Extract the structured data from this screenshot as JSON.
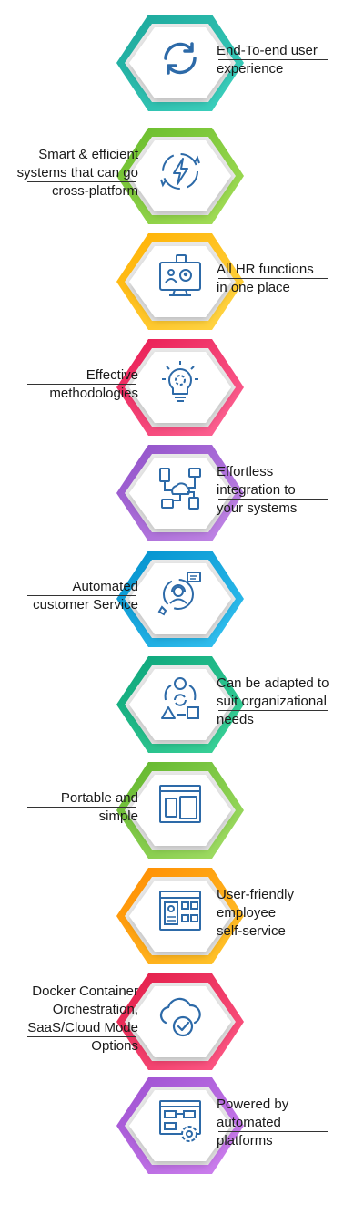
{
  "colors": {
    "icon": "#2d6aa8",
    "teal": [
      "#1aa59a",
      "#3fd4c0"
    ],
    "lime": [
      "#66bb2a",
      "#a8e05a"
    ],
    "orange": [
      "#ffb000",
      "#ffd84a"
    ],
    "pink": [
      "#e8194f",
      "#ff6a9a"
    ],
    "purple": [
      "#8f4fc8",
      "#c58ae8"
    ],
    "blue": [
      "#008fcc",
      "#36c4f2"
    ],
    "green": [
      "#0aa37a",
      "#3ed69a"
    ],
    "lightgreen": [
      "#5fb52a",
      "#a6e069"
    ],
    "yellow": [
      "#ff8a00",
      "#ffc92e"
    ],
    "red": [
      "#e11a45",
      "#ff5d8a"
    ],
    "violet": [
      "#9c4fd0",
      "#d183f0"
    ]
  },
  "items": [
    {
      "label_lines": [
        "End-To-end user",
        "experience"
      ],
      "icon": "sync-icon",
      "color": "teal",
      "side": "right"
    },
    {
      "label_lines": [
        "Smart & efficient",
        "systems that can go",
        "cross-platform"
      ],
      "icon": "lightning-cycle-icon",
      "color": "lime",
      "side": "left"
    },
    {
      "label_lines": [
        "All HR functions",
        "in one place"
      ],
      "icon": "video-call-icon",
      "color": "orange",
      "side": "right"
    },
    {
      "label_lines": [
        "Effective",
        "methodologies"
      ],
      "icon": "lightbulb-gear-icon",
      "color": "pink",
      "side": "left"
    },
    {
      "label_lines": [
        "Effortless",
        "integration to",
        "your systems"
      ],
      "icon": "network-cloud-icon",
      "color": "purple",
      "side": "right"
    },
    {
      "label_lines": [
        "Automated",
        "customer Service"
      ],
      "icon": "headset-agent-icon",
      "color": "blue",
      "side": "left"
    },
    {
      "label_lines": [
        "Can be adapted to",
        "suit organizational",
        "needs"
      ],
      "icon": "shapes-cycle-icon",
      "color": "green",
      "side": "right"
    },
    {
      "label_lines": [
        "Portable and",
        "simple"
      ],
      "icon": "devices-icon",
      "color": "lightgreen",
      "side": "left"
    },
    {
      "label_lines": [
        "User-friendly",
        "employee",
        "self-service"
      ],
      "icon": "dashboard-profile-icon",
      "color": "yellow",
      "side": "right"
    },
    {
      "label_lines": [
        "Docker Container",
        "Orchestration,",
        "SaaS/Cloud Mode",
        "Options"
      ],
      "icon": "cloud-check-icon",
      "color": "red",
      "side": "left"
    },
    {
      "label_lines": [
        "Powered by",
        "automated",
        "platforms"
      ],
      "icon": "workflow-gear-icon",
      "color": "violet",
      "side": "right"
    }
  ]
}
